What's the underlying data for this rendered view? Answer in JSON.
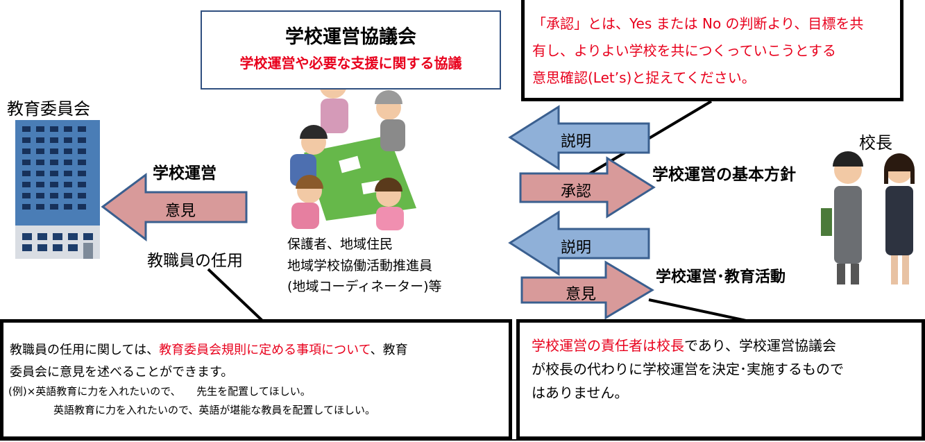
{
  "council": {
    "title": "学校運営協議会",
    "subtitle": "学校運営や必要な支援に関する協議"
  },
  "board": {
    "label": "教育委員会"
  },
  "principal": {
    "label": "校長"
  },
  "left_arrow": {
    "top_label": "学校運営",
    "label": "意見",
    "bottom_label": "教職員の任用"
  },
  "members": {
    "line1": "保護者、地域住民",
    "line2": "地域学校協働活動推進員",
    "line3": "(地域コーディネーター)等"
  },
  "right_arrows": {
    "explain1": "説明",
    "approve": "承認",
    "basic_policy": "学校運営の基本方針",
    "explain2": "説明",
    "opinion": "意見",
    "activities": "学校運営･教育活動"
  },
  "note_approval": {
    "line1": "「承認」とは、Yes または No の判断より、目標を共",
    "line2": "有し、よりよい学校を共につくっていこうとする",
    "line3": "意思確認(Let’s)と捉えてください。"
  },
  "note_staff": {
    "line1_a": "教職員の任用に関しては、",
    "line1_red": "教育委員会規則に定める事項について",
    "line1_b": "、教育",
    "line2": "委員会に意見を述べることができます。",
    "line3": "(例)×英語教育に力を入れたいので、　　先生を配置してほしい。",
    "line4": "英語教育に力を入れたいので、英語が堪能な教員を配置してほしい。"
  },
  "note_responsibility": {
    "line1_red": "学校運営の責任者は校長",
    "line1_b": "であり、学校運営協議会",
    "line2": "が校長の代わりに学校運営を決定･実施するもので",
    "line3": "はありません。"
  },
  "colors": {
    "arrow_pink": "#d89a9a",
    "arrow_blue": "#8fb0d8",
    "accent_red": "#e8001c",
    "frame_blue": "#2f4f7f"
  }
}
